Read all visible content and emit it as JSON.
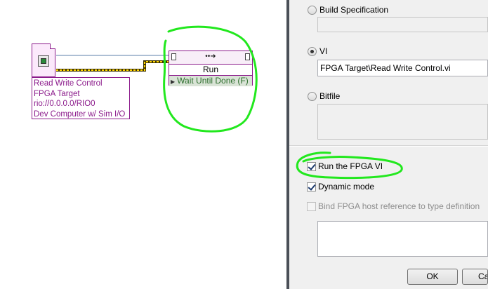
{
  "diagram": {
    "fpga_ref": {
      "icon": "fpga-chip-icon",
      "label_lines": [
        "Read Write Control",
        "FPGA Target",
        "rio://0.0.0.0/RIO0",
        "Dev Computer w/ Sim I/O"
      ]
    },
    "invoke_node": {
      "icon": "invoke-arrow-icon",
      "method": "Run",
      "parameter": "Wait Until Done (F)"
    },
    "annotation_color": "#22e81e"
  },
  "dialog": {
    "options": [
      {
        "label": "Build Specification",
        "selected": false,
        "field_value": ""
      },
      {
        "label": "VI",
        "selected": true,
        "field_value": "FPGA Target\\Read Write Control.vi"
      },
      {
        "label": "Bitfile",
        "selected": false,
        "field_value": ""
      }
    ],
    "checkboxes": [
      {
        "label": "Run the FPGA VI",
        "checked": true,
        "enabled": true
      },
      {
        "label": "Dynamic mode",
        "checked": true,
        "enabled": true
      },
      {
        "label": "Bind FPGA host reference to type definition",
        "checked": false,
        "enabled": false
      }
    ],
    "buttons": {
      "ok": "OK",
      "cancel": "Ca"
    }
  },
  "colors": {
    "fpga_ref_purple": "#8b1a8b",
    "wire_yellow": "#ffd500",
    "panel_bg": "#f0f0f0"
  }
}
